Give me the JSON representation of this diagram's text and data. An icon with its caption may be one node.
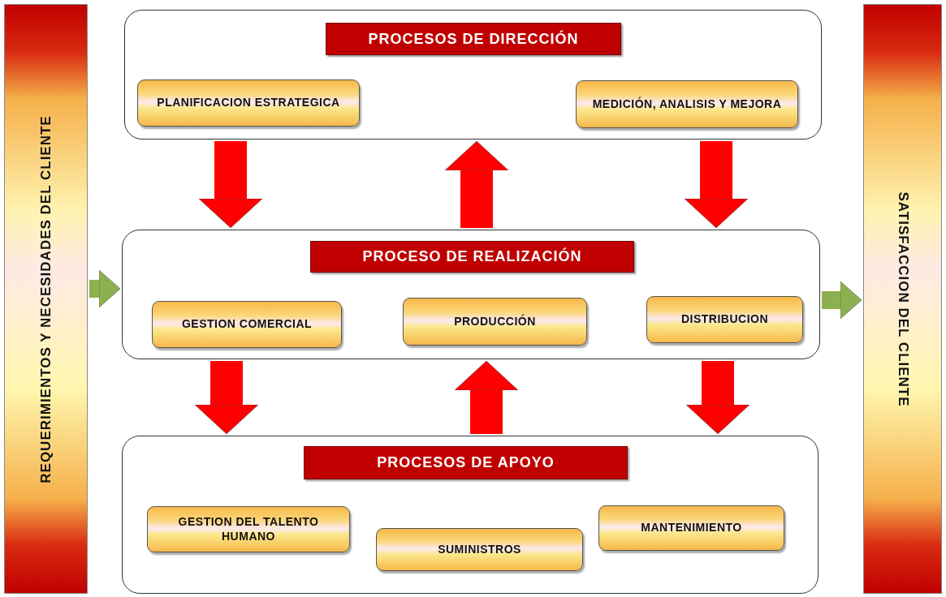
{
  "diagram": {
    "nodes": [
      {
        "text": [
          "REQUERIMIENTOS Y NECESIDADES DEL CLIENTE"
        ]
      },
      {
        "text": [
          "PROCESOS DE DIRECCIÓN"
        ]
      },
      {
        "text": [
          "PLANIFICACION ESTRATEGICA"
        ],
        "in": 1
      },
      {
        "text": [
          "MEDICIÓN, ANALISIS Y MEJORA"
        ],
        "in": 1
      },
      {
        "text": [
          "PROCESO DE REALIZACIÓN"
        ]
      },
      {
        "text": [
          "GESTION COMERCIAL"
        ],
        "in": 4
      },
      {
        "text": [
          "PRODUCCIÓN"
        ],
        "in": 4
      },
      {
        "text": [
          "DISTRIBUCION"
        ],
        "in": 4
      },
      {
        "text": [
          "PROCESOS DE APOYO"
        ]
      },
      {
        "text": [
          "GESTION DEL TALENTO HUMANO"
        ],
        "in": 8
      },
      {
        "text": [
          "SUMINISTROS"
        ],
        "in": 8
      },
      {
        "text": [
          "MANTENIMIENTO"
        ],
        "in": 8
      },
      {
        "text": [
          "SATISFACCION DEL CLIENTE"
        ]
      }
    ],
    "edges": [
      {
        "from": 0,
        "to": 4,
        "arrow": "to",
        "color": "#8db04f"
      },
      {
        "from": 4,
        "to": 12,
        "arrow": "to",
        "color": "#8db04f"
      },
      {
        "from": 1,
        "to": 4,
        "arrow": "to"
      },
      {
        "from": 4,
        "to": 1,
        "arrow": "to"
      },
      {
        "from": 1,
        "to": 4,
        "arrow": "to"
      },
      {
        "from": 4,
        "to": 8,
        "arrow": "to"
      },
      {
        "from": 8,
        "to": 4,
        "arrow": "to"
      },
      {
        "from": 4,
        "to": 8,
        "arrow": "to"
      }
    ]
  }
}
